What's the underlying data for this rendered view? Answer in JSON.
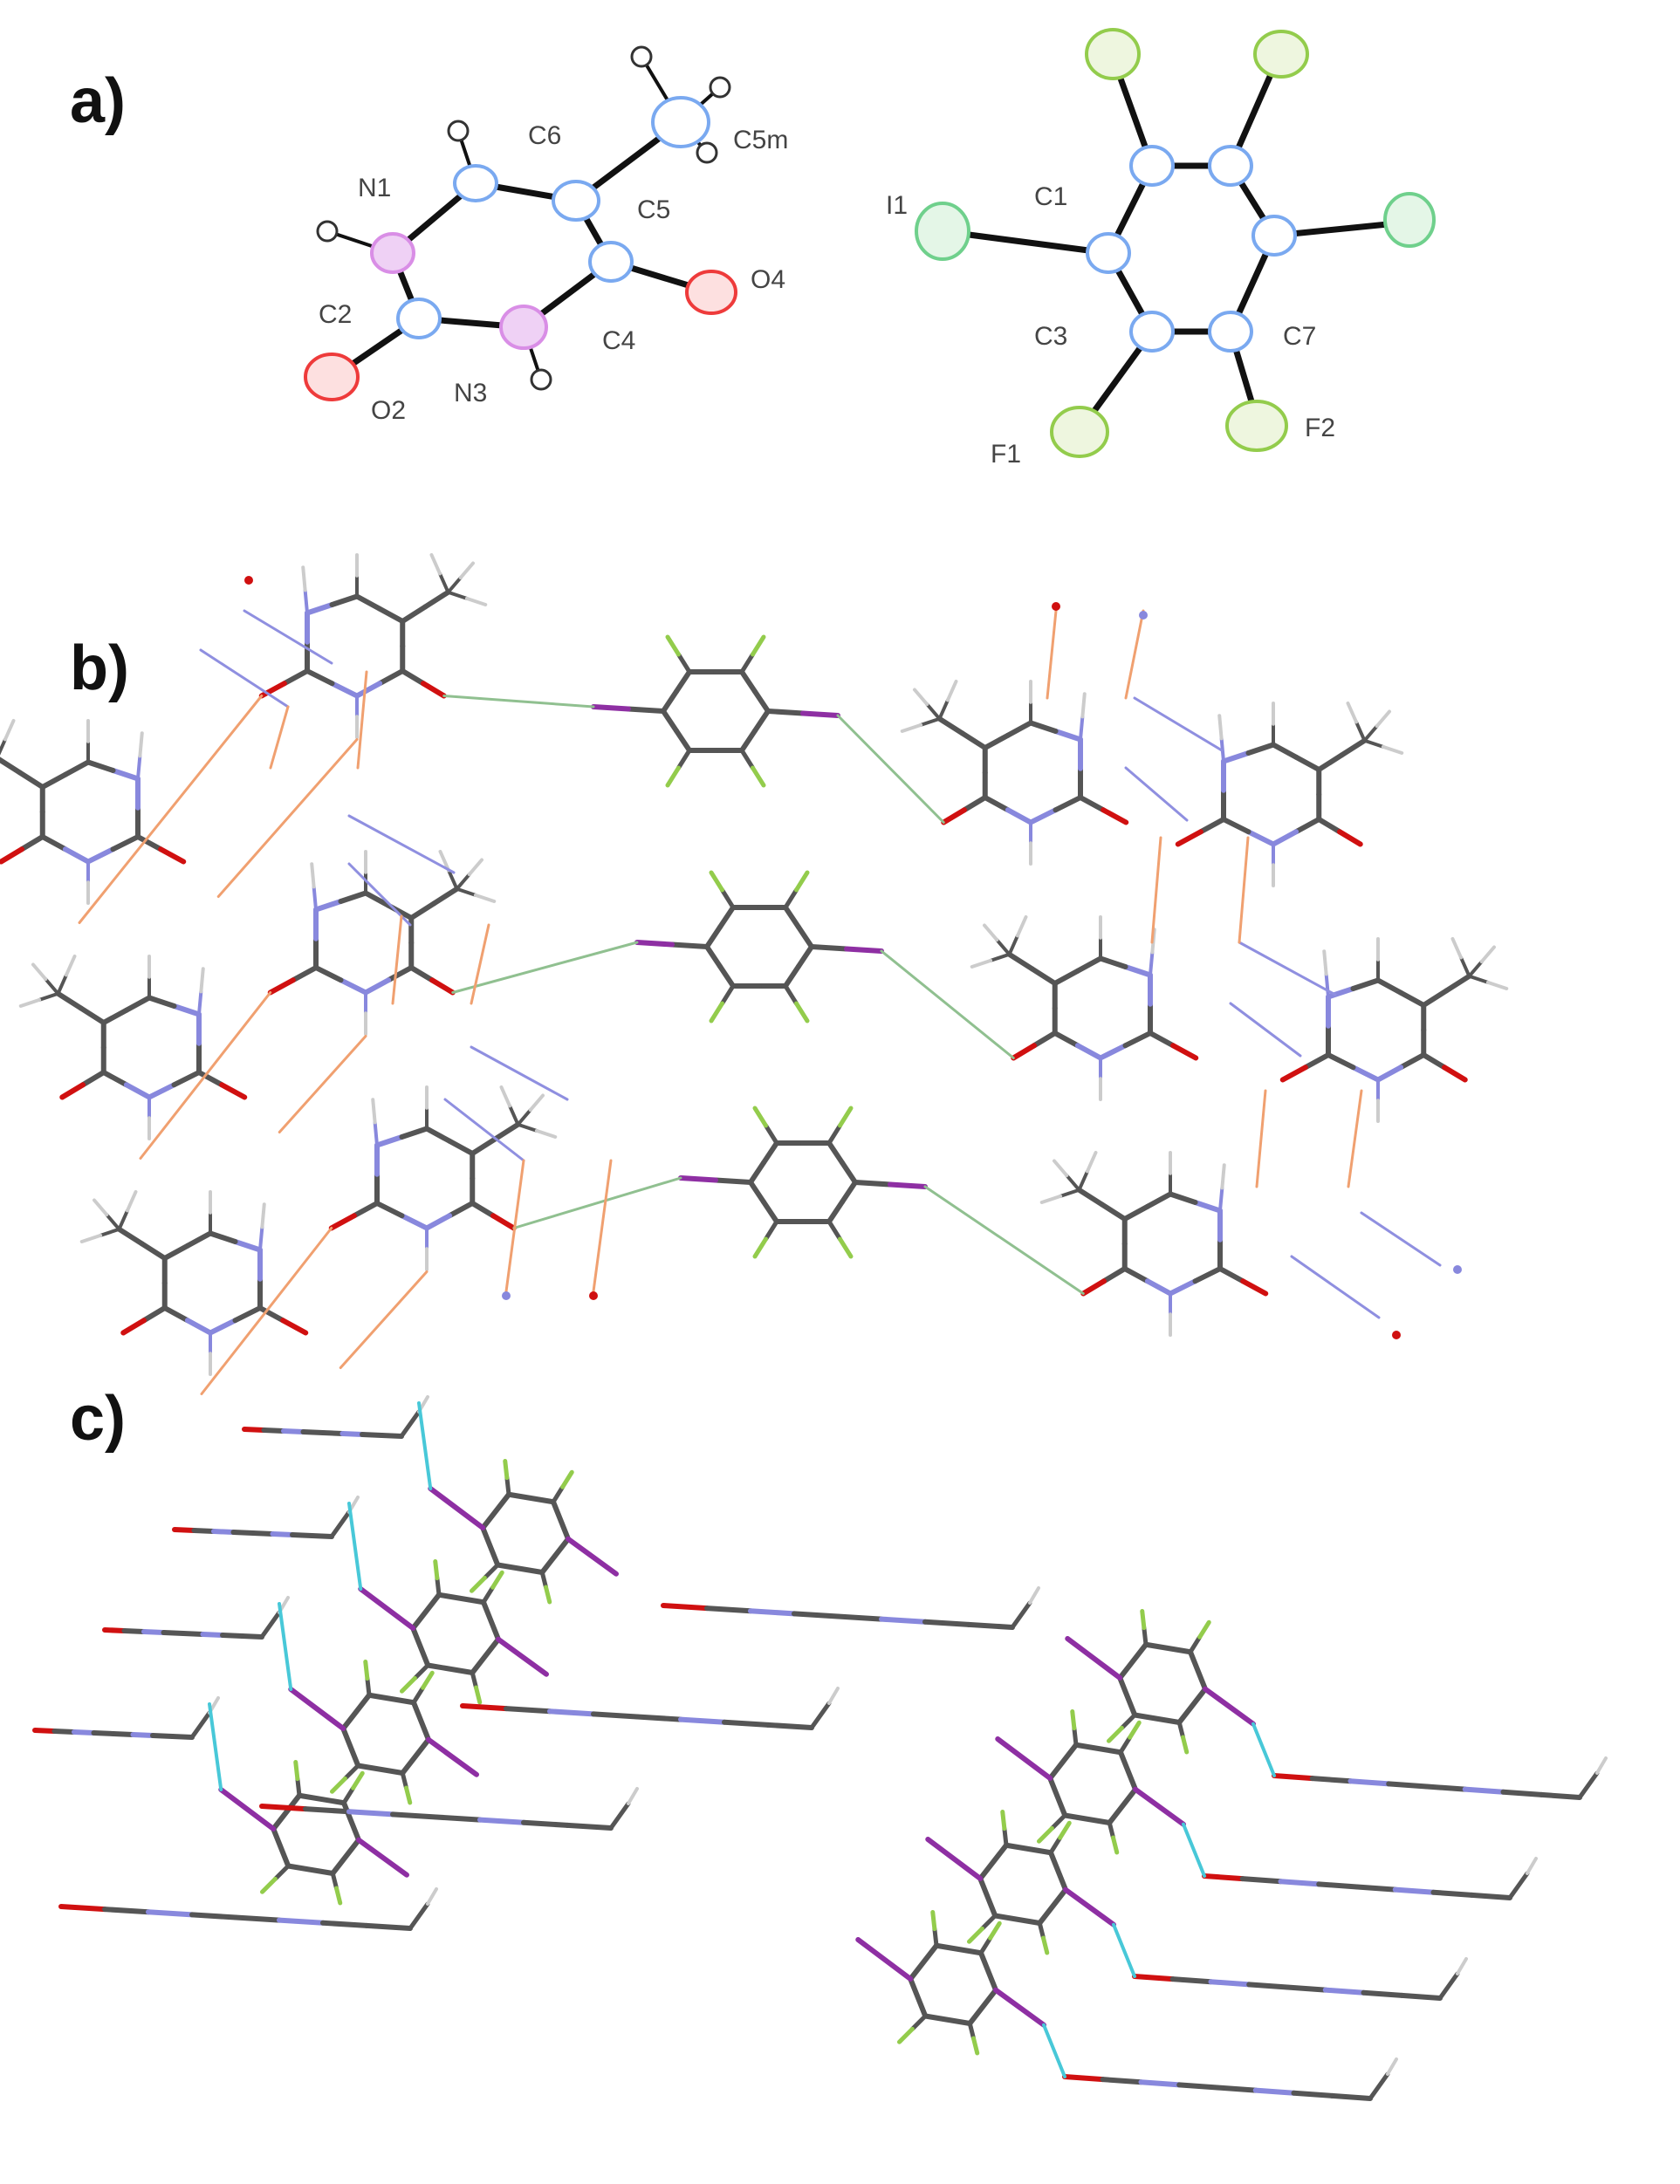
{
  "panels": {
    "a": {
      "label": "a)",
      "thymine_atoms": [
        "N1",
        "C6",
        "C5",
        "C5m",
        "C2",
        "N3",
        "C4",
        "O4",
        "O2"
      ],
      "tfib_atoms": [
        "I1",
        "C1",
        "C3",
        "C7",
        "F1",
        "F2"
      ]
    },
    "b": {
      "label": "b)"
    },
    "c": {
      "label": "c)"
    }
  },
  "colors": {
    "carbon": "#7aa9f0",
    "nitrogen": "#d98ee6",
    "oxygen": "#ee3b3b",
    "fluorine": "#93cc4c",
    "iodine_ortep": "#6fd08c",
    "iodine_stick": "#8e2fa3",
    "stick_carbon": "#555555",
    "stick_nitrogen": "#8888dd",
    "stick_oxygen": "#d01010",
    "stick_hydrogen": "#cccccc",
    "hbond_orange": "#f0a070",
    "hbond_blue": "#8f8fe0",
    "xbond_green": "#90c090",
    "contact_cyan": "#48c8d8"
  }
}
